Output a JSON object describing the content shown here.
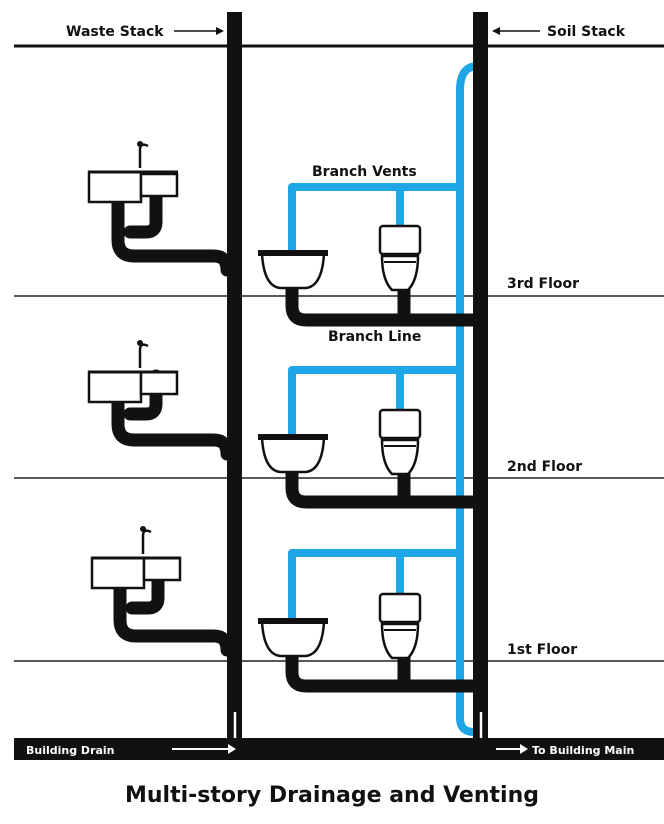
{
  "title": "Multi-story Drainage and Venting",
  "labels": {
    "waste_stack": "Waste Stack",
    "soil_stack": "Soil Stack",
    "branch_vents": "Branch Vents",
    "branch_line": "Branch Line",
    "building_drain": "Building Drain",
    "building_main": "To Building Main"
  },
  "floors": [
    {
      "name": "3rd Floor"
    },
    {
      "name": "2nd Floor"
    },
    {
      "name": "1st Floor"
    }
  ],
  "colors": {
    "drain_pipe": "#111111",
    "vent_pipe": "#1ea6e6",
    "background": "#ffffff"
  }
}
